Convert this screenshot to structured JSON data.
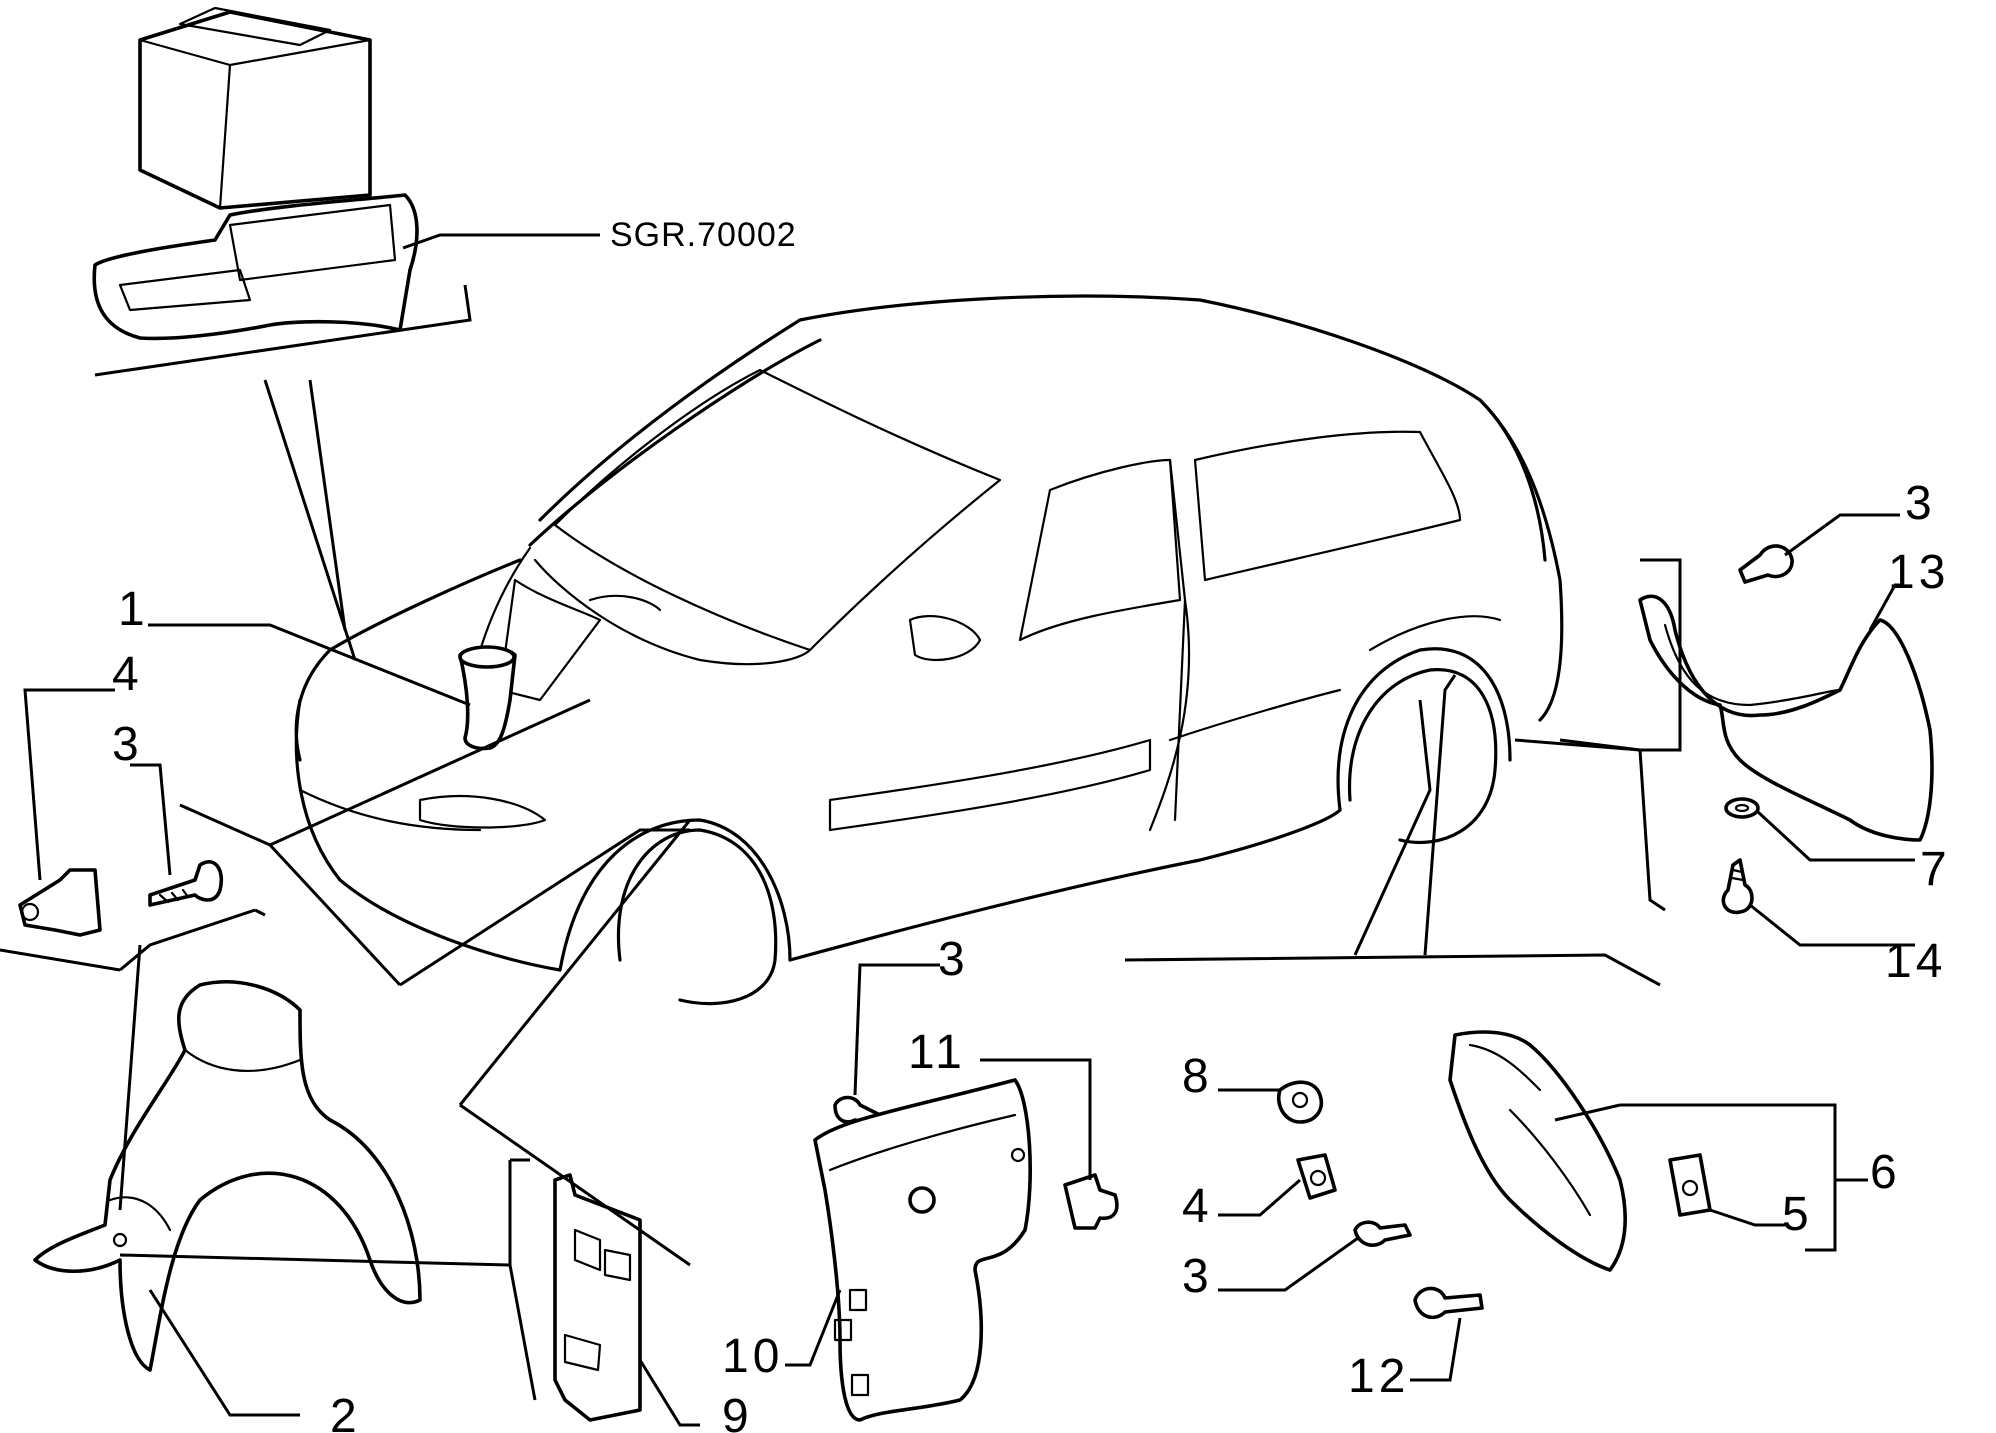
{
  "reference_code": "SGR.70002",
  "callouts": {
    "c1": "1",
    "c2": "2",
    "c3_left": "3",
    "c4_left": "4",
    "c9": "9",
    "c3_mid": "3",
    "c11": "11",
    "c10": "10",
    "c8": "8",
    "c4_mid": "4",
    "c3_low": "3",
    "c12": "12",
    "c6": "6",
    "c5": "5",
    "c3_right": "3",
    "c13": "13",
    "c7": "7",
    "c14": "14"
  }
}
